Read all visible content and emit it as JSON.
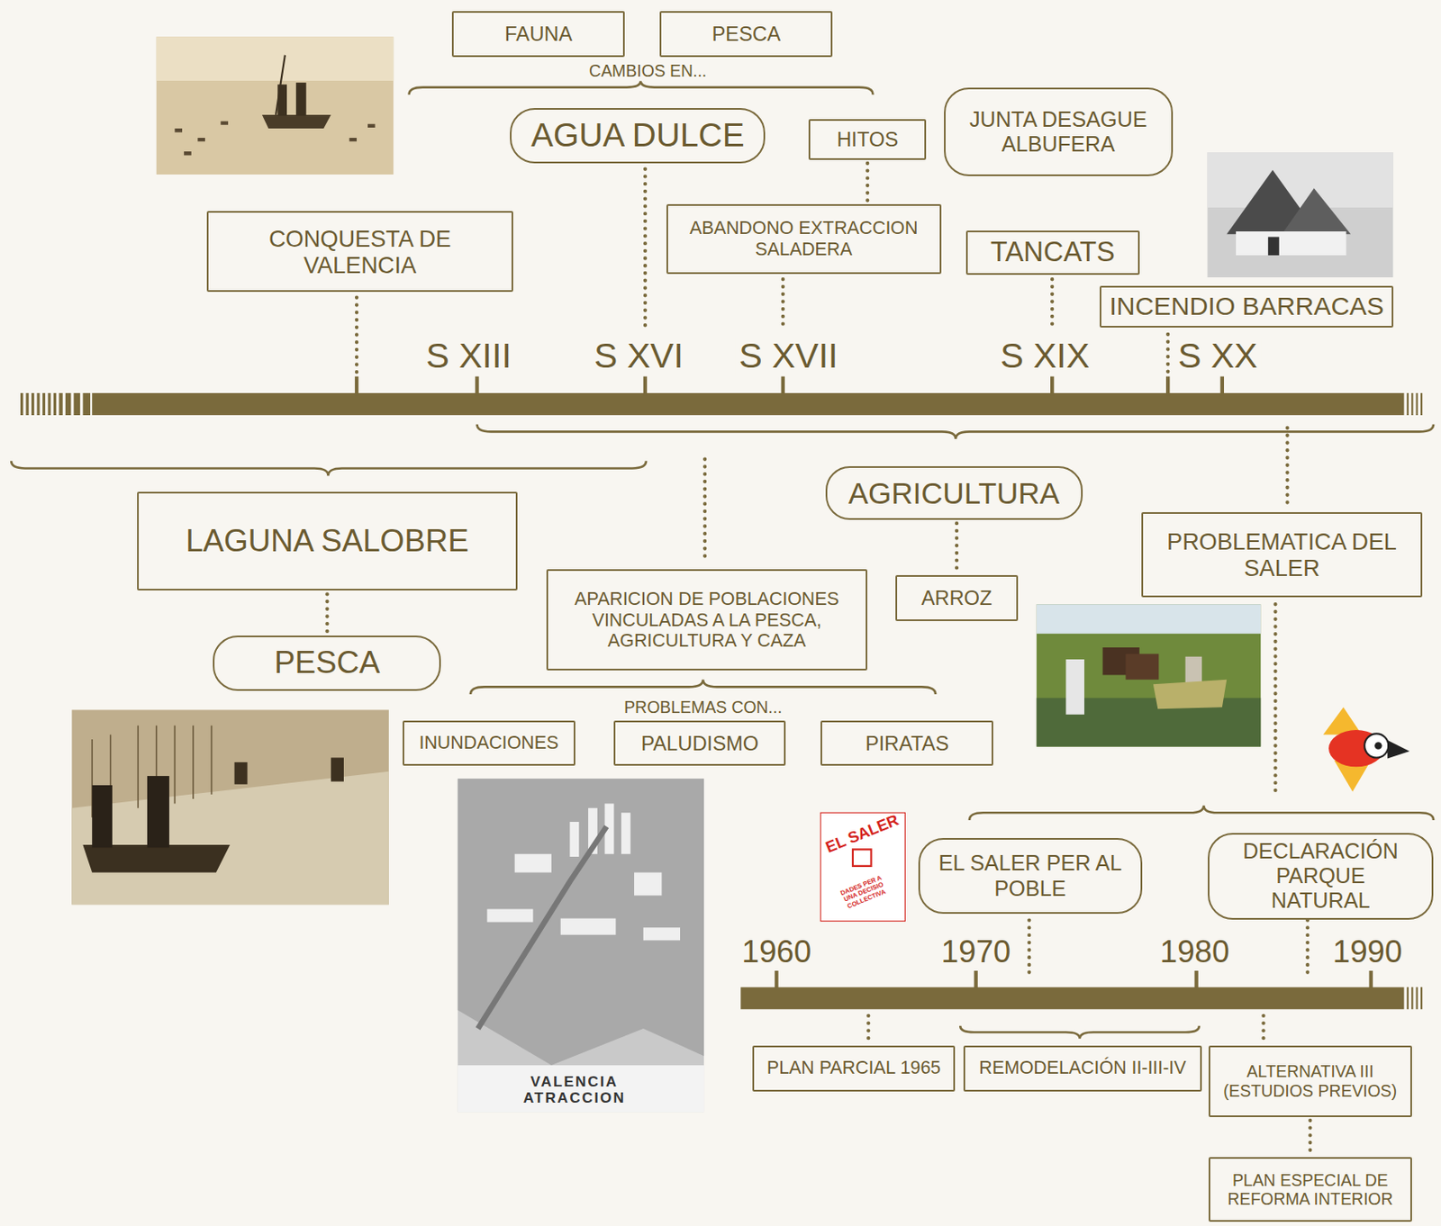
{
  "diagram": {
    "nodes": [
      {
        "text": [
          "FAUNA"
        ]
      },
      {
        "text": [
          "PESCA"
        ]
      },
      {
        "text": [
          "AGUA DULCE"
        ]
      },
      {
        "text": [
          "HITOS"
        ]
      },
      {
        "text": [
          "JUNTA DESAGUE ALBUFERA"
        ]
      },
      {
        "text": [
          "CONQUESTA DE VALENCIA"
        ]
      },
      {
        "text": [
          "ABANDONO EXTRACCION SALADERA"
        ]
      },
      {
        "text": [
          "TANCATS"
        ]
      },
      {
        "text": [
          "INCENDIO BARRACAS"
        ]
      },
      {
        "text": [
          "LAGUNA SALOBRE"
        ]
      },
      {
        "text": [
          "AGRICULTURA"
        ]
      },
      {
        "text": [
          "PROBLEMATICA DEL SALER"
        ]
      },
      {
        "text": [
          "ARROZ"
        ]
      },
      {
        "text": [
          "APARICION DE POBLACIONES VINCULADAS A LA PESCA, AGRICULTURA Y CAZA"
        ]
      },
      {
        "text": [
          "PESCA"
        ]
      },
      {
        "text": [
          "INUNDACIONES"
        ]
      },
      {
        "text": [
          "PALUDISMO"
        ]
      },
      {
        "text": [
          "PIRATAS"
        ]
      },
      {
        "text": [
          "EL SALER PER AL POBLE"
        ]
      },
      {
        "text": [
          "DECLARACIÓN PARQUE NATURAL"
        ]
      },
      {
        "text": [
          "PLAN PARCIAL 1965"
        ]
      },
      {
        "text": [
          "REMODELACIÓN II-III-IV"
        ]
      },
      {
        "text": [
          "ALTERNATIVA III (ESTUDIOS PREVIOS)"
        ]
      },
      {
        "text": [
          "PLAN ESPECIAL DE REFORMA INTERIOR"
        ]
      }
    ],
    "edges": [
      {
        "from": 3,
        "to": 6,
        "arrow": "none"
      },
      {
        "from": 9,
        "to": 14,
        "arrow": "none"
      },
      {
        "from": 10,
        "to": 12,
        "arrow": "none"
      },
      {
        "from": 22,
        "to": 23,
        "arrow": "none"
      }
    ],
    "labels": [
      "CAMBIOS EN...",
      "S XIII",
      "S XVI",
      "S XVII",
      "S XIX",
      "S XX",
      "PROBLEMAS CON...",
      "1960",
      "1970",
      "1980",
      "1990",
      "VALENCIA ATRACCION",
      "EL SALER",
      "DADES PER A UNA DECISIO COLLECTIVA"
    ]
  }
}
